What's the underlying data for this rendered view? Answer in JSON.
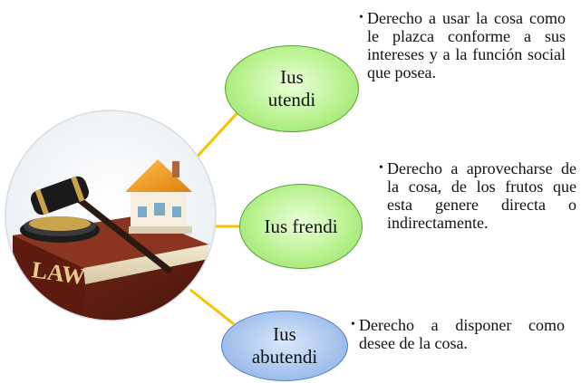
{
  "colors": {
    "connector": "#f5c400",
    "green_node_fill": "#b9f28f",
    "green_node_border": "#5aa52e",
    "blue_node_fill": "#a9c6ee",
    "blue_node_border": "#4f7fc1"
  },
  "hub": {
    "image": "law-book-gavel-house-icon",
    "book_text": "LAW"
  },
  "nodes": [
    {
      "label_line1": "Ius",
      "label_line2": "utendi",
      "description": "Derecho a usar la cosa como le plazca conforme a sus intereses y a la función social que posea."
    },
    {
      "label_line1": "Ius frendi",
      "label_line2": "",
      "description": "Derecho a aprovecharse de la cosa, de los frutos que esta genere directa o indirectamente."
    },
    {
      "label_line1": "Ius",
      "label_line2": "abutendi",
      "description": "Derecho a disponer como desee de la cosa."
    }
  ]
}
